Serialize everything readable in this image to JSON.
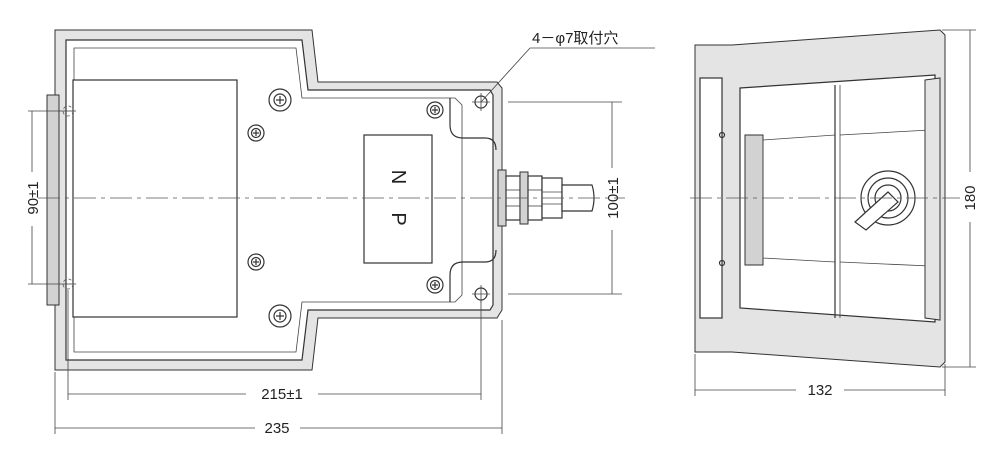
{
  "labels": {
    "mounting_holes": "4－φ7取付穴",
    "plate_n": "N",
    "plate_p": "P"
  },
  "dimensions": {
    "front_hole_pitch": "90±1",
    "rear_hole_pitch": "100±1",
    "hole_span": "215±1",
    "overall_length": "235",
    "height": "180",
    "width": "132"
  }
}
